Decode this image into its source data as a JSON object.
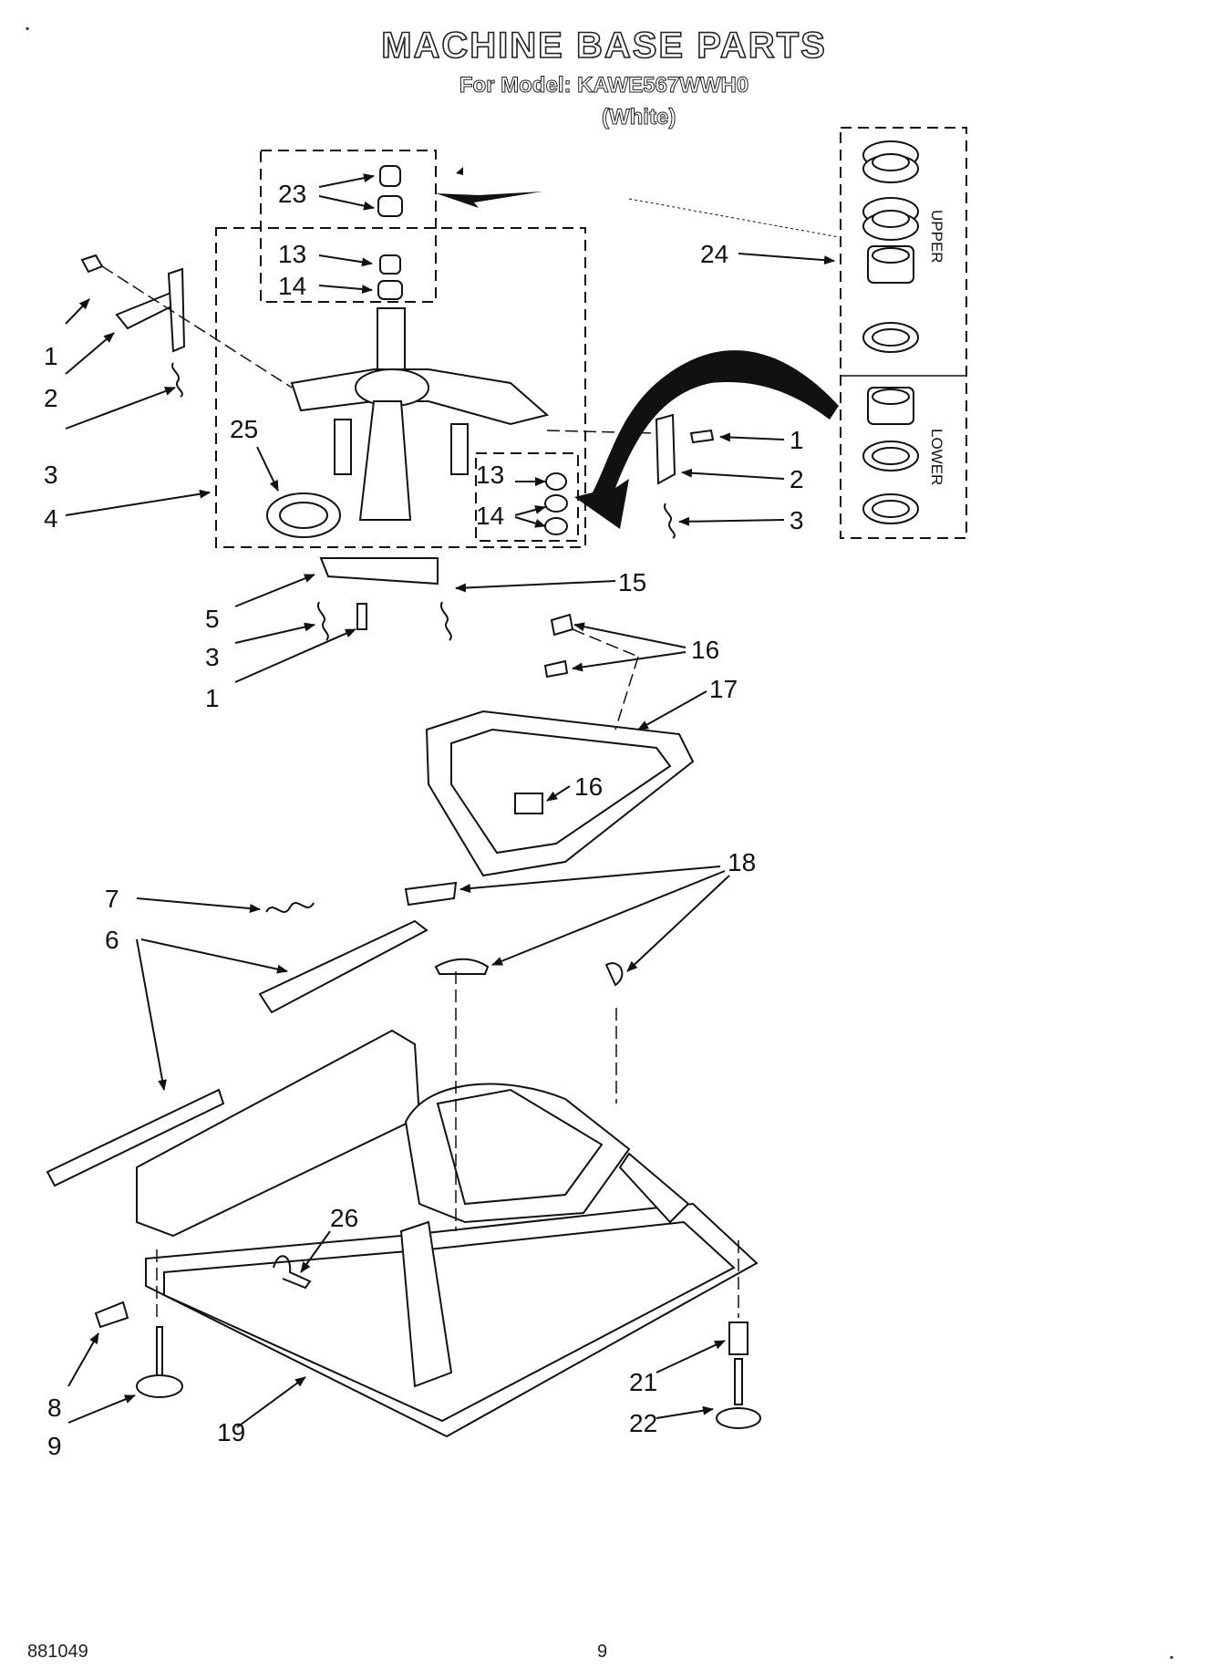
{
  "title": "MACHINE BASE PARTS",
  "model": "For Model: KAWE567WWH0",
  "variant": "(White)",
  "footer": {
    "doc_number": "881049",
    "page_number": "9"
  },
  "inset": {
    "upper_label": "UPPER",
    "lower_label": "LOWER"
  },
  "callouts": {
    "c1a": "1",
    "c2a": "2",
    "c3a": "3",
    "c4": "4",
    "c25": "25",
    "c23": "23",
    "c13a": "13",
    "c14a": "14",
    "c24": "24",
    "c1b": "1",
    "c2b": "2",
    "c3b": "3",
    "c13b": "13",
    "c14b": "14",
    "c15": "15",
    "c5": "5",
    "c3c": "3",
    "c1c": "1",
    "c16a": "16",
    "c17": "17",
    "c16b": "16",
    "c7": "7",
    "c6": "6",
    "c18": "18",
    "c26": "26",
    "c8": "8",
    "c9": "9",
    "c19": "19",
    "c21": "21",
    "c22": "22"
  }
}
